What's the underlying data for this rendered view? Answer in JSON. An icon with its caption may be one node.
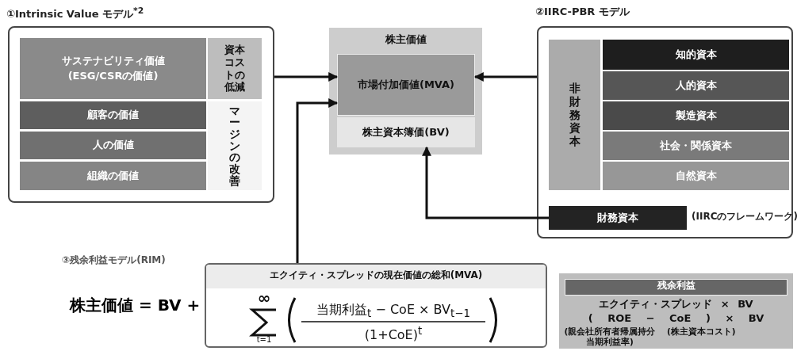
{
  "diagram": {
    "nodes": [
      {
        "text": [
          "①Intrinsic Value モデル$^{*2}$"
        ]
      },
      {
        "text": [
          "サステナビリティ価値 (ESG/CSRの価値)"
        ],
        "in": 0
      },
      {
        "text": [
          "資本コストの低減"
        ],
        "in": 0
      },
      {
        "text": [
          "顧客の価値"
        ],
        "in": 0
      },
      {
        "text": [
          "人の価値"
        ],
        "in": 0
      },
      {
        "text": [
          "組織の価値"
        ],
        "in": 0
      },
      {
        "text": [
          "マージンの改善"
        ],
        "in": 0
      },
      {
        "text": [
          "株主価値"
        ]
      },
      {
        "text": [
          "市場付加価値(MVA)"
        ],
        "in": 7
      },
      {
        "text": [
          "株主資本簿価(BV)"
        ],
        "in": 7
      },
      {
        "text": [
          "②IIRC-PBR モデル"
        ]
      },
      {
        "text": [
          "非財務資本"
        ],
        "in": 10
      },
      {
        "text": [
          "知的資本"
        ],
        "in": 10
      },
      {
        "text": [
          "人的資本"
        ],
        "in": 10
      },
      {
        "text": [
          "製造資本"
        ],
        "in": 10
      },
      {
        "text": [
          "社会・関係資本"
        ],
        "in": 10
      },
      {
        "text": [
          "自然資本"
        ],
        "in": 10
      },
      {
        "text": [
          "財務資本"
        ],
        "in": 10,
        "beside": [
          "(IIRCのフレームワーク)"
        ]
      },
      {
        "text": [
          "エクイティ・スプレッドの現在価値の総和(MVA)",
          "∞",
          "t=1",
          "当期利益$_{t}$ − CoE × BV$_{t−1}$",
          "(1+CoE)$^{t}$"
        ]
      },
      {
        "text": [
          "残余利益",
          "エクイティ・スプレッド × BV",
          "( ROE − CoE ) × BV",
          "(親会社所有者帰属持分当期利益率)",
          "(株主資本コスト)"
        ]
      }
    ],
    "edges": [
      {
        "from": 0,
        "to": 8,
        "arrow": "to"
      },
      {
        "from": 10,
        "to": 8,
        "arrow": "to"
      },
      {
        "from": 18,
        "to": 8,
        "arrow": "to"
      },
      {
        "from": 17,
        "to": 9,
        "arrow": "to"
      }
    ],
    "labels": [
      "③残余利益モデル(RIM)",
      "株主価値 = BV +"
    ]
  }
}
